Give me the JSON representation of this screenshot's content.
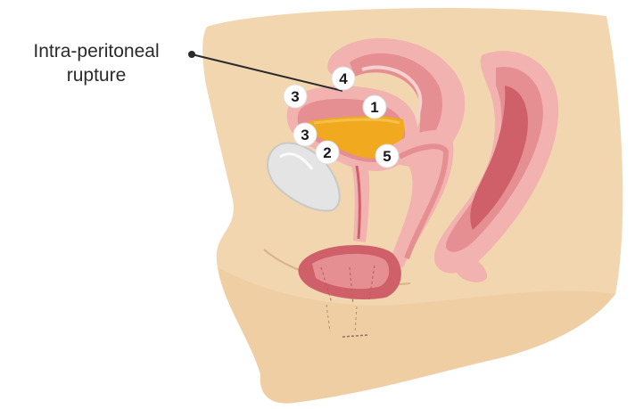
{
  "callout": {
    "line1": "Intra-peritoneal",
    "line2": "rupture"
  },
  "markers": {
    "m1": "1",
    "m2": "2",
    "m3a": "3",
    "m3b": "3",
    "m4": "4",
    "m5": "5"
  },
  "colors": {
    "skin": "#f2d6b0",
    "skin_shadow": "#e2bf90",
    "pink_light": "#f2b2b0",
    "pink_mid": "#e58f93",
    "red_deep": "#cf6069",
    "urine": "#f1aa1f",
    "bone": "#dcdcdc"
  }
}
